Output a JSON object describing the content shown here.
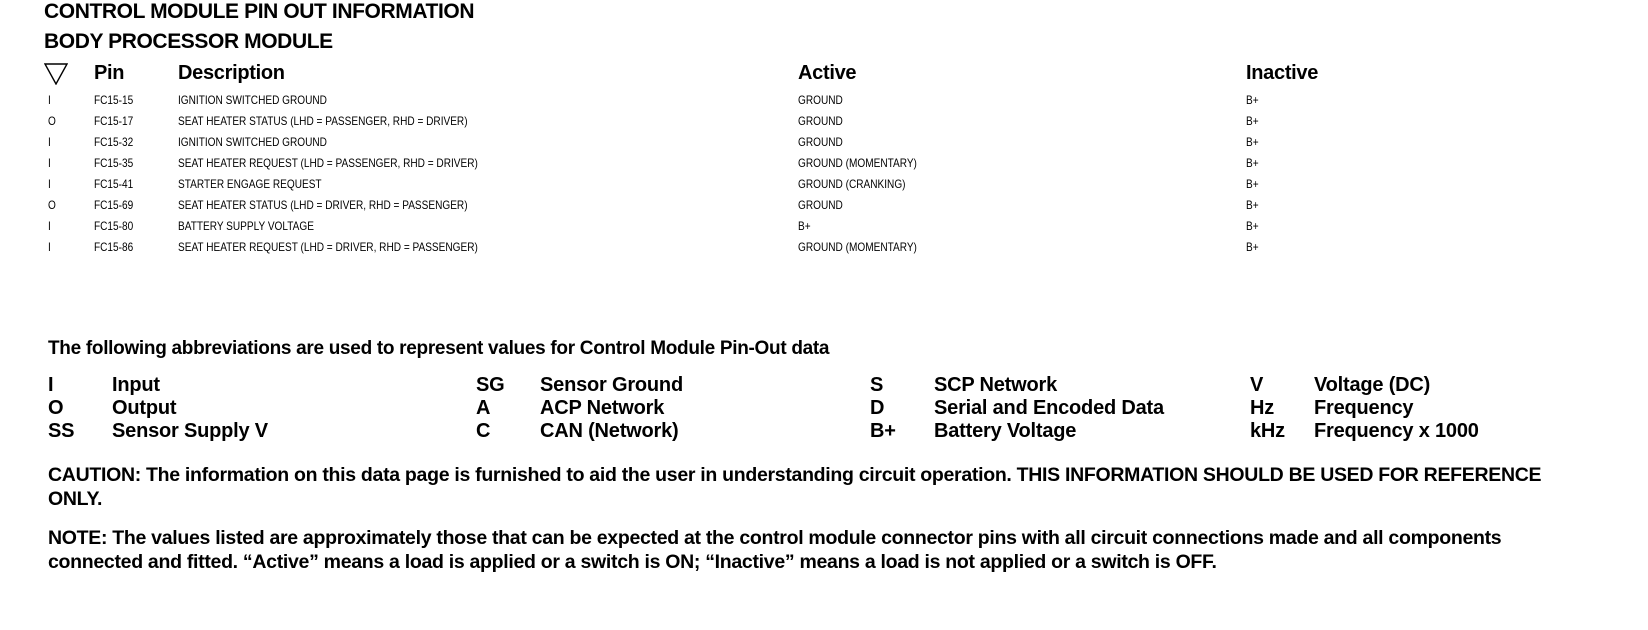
{
  "titles": {
    "main": "CONTROL MODULE PIN OUT INFORMATION",
    "module": "BODY PROCESSOR MODULE"
  },
  "table": {
    "headers": {
      "pin": "Pin",
      "description": "Description",
      "active": "Active",
      "inactive": "Inactive"
    },
    "rows": [
      {
        "io": "I",
        "pin": "FC15-15",
        "description": "IGNITION SWITCHED GROUND",
        "active": "GROUND",
        "inactive": "B+"
      },
      {
        "io": "O",
        "pin": "FC15-17",
        "description": "SEAT HEATER STATUS (LHD = PASSENGER, RHD = DRIVER)",
        "active": "GROUND",
        "inactive": "B+"
      },
      {
        "io": "I",
        "pin": "FC15-32",
        "description": "IGNITION SWITCHED GROUND",
        "active": "GROUND",
        "inactive": "B+"
      },
      {
        "io": "I",
        "pin": "FC15-35",
        "description": "SEAT HEATER REQUEST (LHD = PASSENGER, RHD = DRIVER)",
        "active": "GROUND (MOMENTARY)",
        "inactive": "B+"
      },
      {
        "io": "I",
        "pin": "FC15-41",
        "description": "STARTER ENGAGE REQUEST",
        "active": "GROUND (CRANKING)",
        "inactive": "B+"
      },
      {
        "io": "O",
        "pin": "FC15-69",
        "description": "SEAT HEATER STATUS (LHD = DRIVER, RHD = PASSENGER)",
        "active": "GROUND",
        "inactive": "B+"
      },
      {
        "io": "I",
        "pin": "FC15-80",
        "description": "BATTERY SUPPLY VOLTAGE",
        "active": "B+",
        "inactive": "B+"
      },
      {
        "io": "I",
        "pin": "FC15-86",
        "description": "SEAT HEATER REQUEST (LHD = DRIVER, RHD = PASSENGER)",
        "active": "GROUND (MOMENTARY)",
        "inactive": "B+"
      }
    ]
  },
  "abbreviations": {
    "intro": "The following abbreviations are used to represent values for Control Module Pin-Out data",
    "items": [
      {
        "code": "I",
        "label": "Input"
      },
      {
        "code": "O",
        "label": "Output"
      },
      {
        "code": "SS",
        "label": "Sensor Supply V"
      },
      {
        "code": "SG",
        "label": "Sensor Ground"
      },
      {
        "code": "A",
        "label": "ACP Network"
      },
      {
        "code": "C",
        "label": "CAN (Network)"
      },
      {
        "code": "S",
        "label": "SCP Network"
      },
      {
        "code": "D",
        "label": "Serial and Encoded Data"
      },
      {
        "code": "B+",
        "label": "Battery Voltage"
      },
      {
        "code": "V",
        "label": "Voltage (DC)"
      },
      {
        "code": "Hz",
        "label": "Frequency"
      },
      {
        "code": "kHz",
        "label": "Frequency x 1000"
      }
    ]
  },
  "caution": "CAUTION: The information on this data page is furnished to aid the user in understanding circuit operation.  THIS INFORMATION SHOULD BE USED FOR REFERENCE ONLY.",
  "note": "NOTE: The values listed are approximately those that can be expected at the control module connector pins with all circuit connections made and all components connected and fitted.  “Active” means a load is applied or a switch is ON; “Inactive” means a load is not applied or a switch is OFF."
}
